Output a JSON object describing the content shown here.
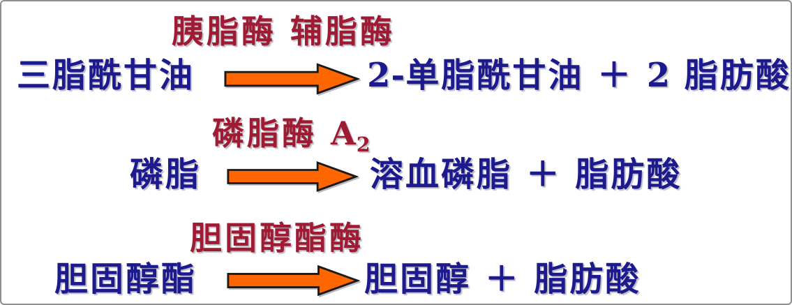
{
  "slide": {
    "background": "#ffffff",
    "border_color": "#8f8f8f"
  },
  "colors": {
    "enzyme_text": "#9e1b33",
    "reaction_text": "#1c1a8c",
    "arrow_fill": "#ff6600",
    "arrow_outline": "#1a1a1a"
  },
  "reactions": [
    {
      "enzyme": "胰脂酶 辅脂酶",
      "substrate": "三脂酰甘油",
      "product_parts": [
        "2-",
        "单脂酰甘油",
        " ＋ ",
        "2",
        " 脂肪酸"
      ]
    },
    {
      "enzyme_parts": [
        "磷脂酶 ",
        "A",
        "2"
      ],
      "substrate": "磷脂",
      "products": "溶血磷脂 ＋ 脂肪酸"
    },
    {
      "enzyme": "胆固醇酯酶",
      "substrate": "胆固醇酯",
      "products": "胆固醇 ＋ 脂肪酸"
    }
  ]
}
